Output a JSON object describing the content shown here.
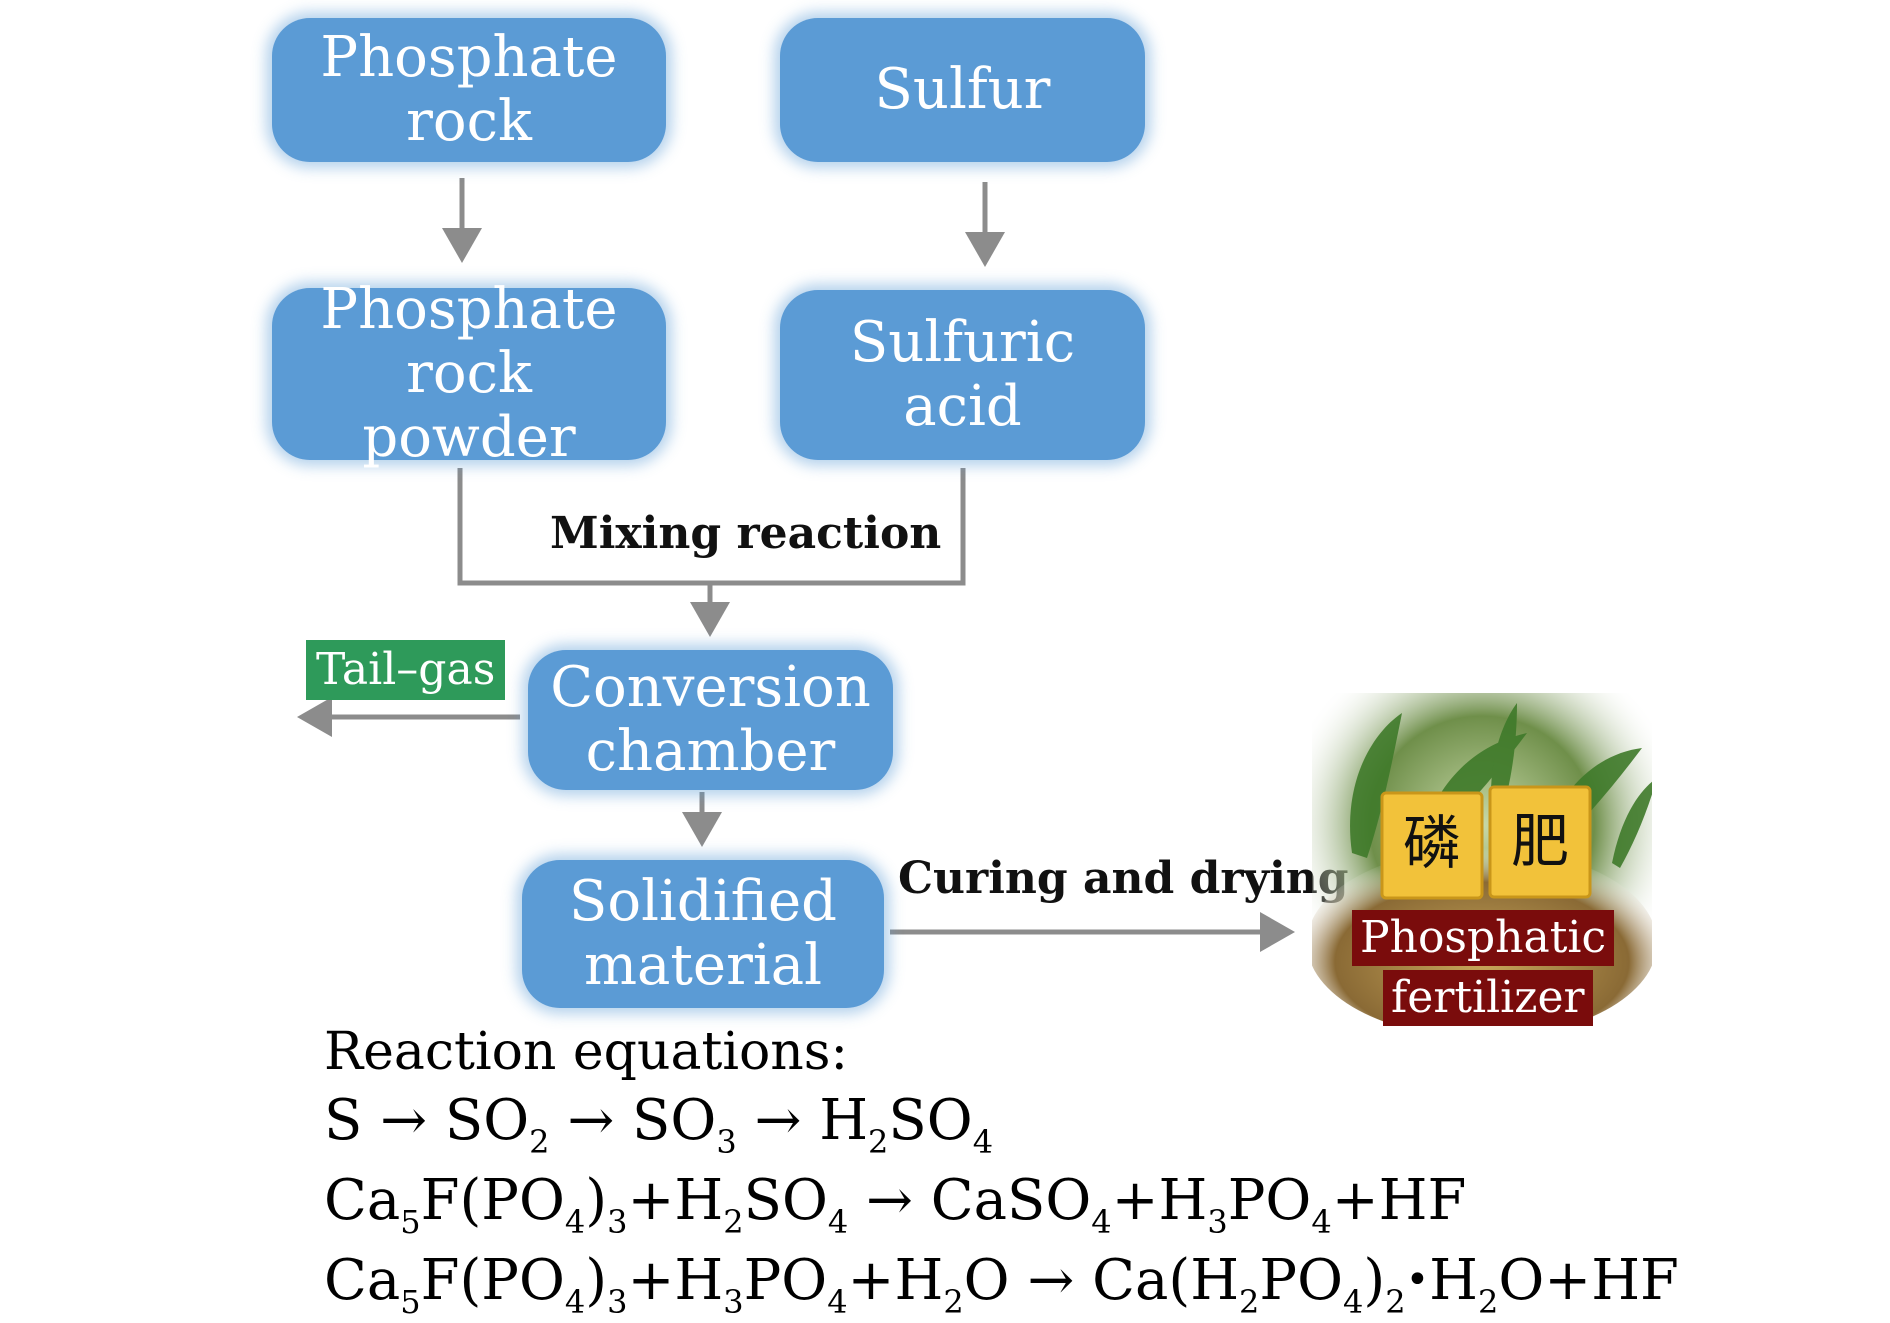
{
  "nodes": {
    "phosphate_rock": "Phosphate rock",
    "sulfur": "Sulfur",
    "phosphate_rock_powder": [
      "Phosphate rock",
      "powder"
    ],
    "sulfuric_acid": "Sulfuric acid",
    "conversion_chamber": [
      "Conversion",
      "chamber"
    ],
    "solidified_material": [
      "Solidified",
      "material"
    ]
  },
  "labels": {
    "mixing_reaction": "Mixing reaction",
    "tail_gas": "Tail–gas",
    "curing_drying": "Curing and drying"
  },
  "product": {
    "badge": [
      "磷",
      "肥"
    ],
    "label": [
      "Phosphatic",
      "fertilizer"
    ]
  },
  "equations": {
    "heading": "Reaction equations:",
    "eq1": "S → SO2 → SO3 → H2SO4",
    "eq2": "Ca5F(PO4)3+H2SO4 → CaSO4+H3PO4+HF",
    "eq3": "Ca5F(PO4)3+H3PO4+H2O → Ca(H2PO4)2·H2O+HF"
  },
  "colors": {
    "node_fill": "#5b9bd5",
    "tail_gas_fill": "#2e9a5a",
    "fertilizer_label_fill": "#7a0c0c",
    "arrow": "#8c8c8c"
  }
}
